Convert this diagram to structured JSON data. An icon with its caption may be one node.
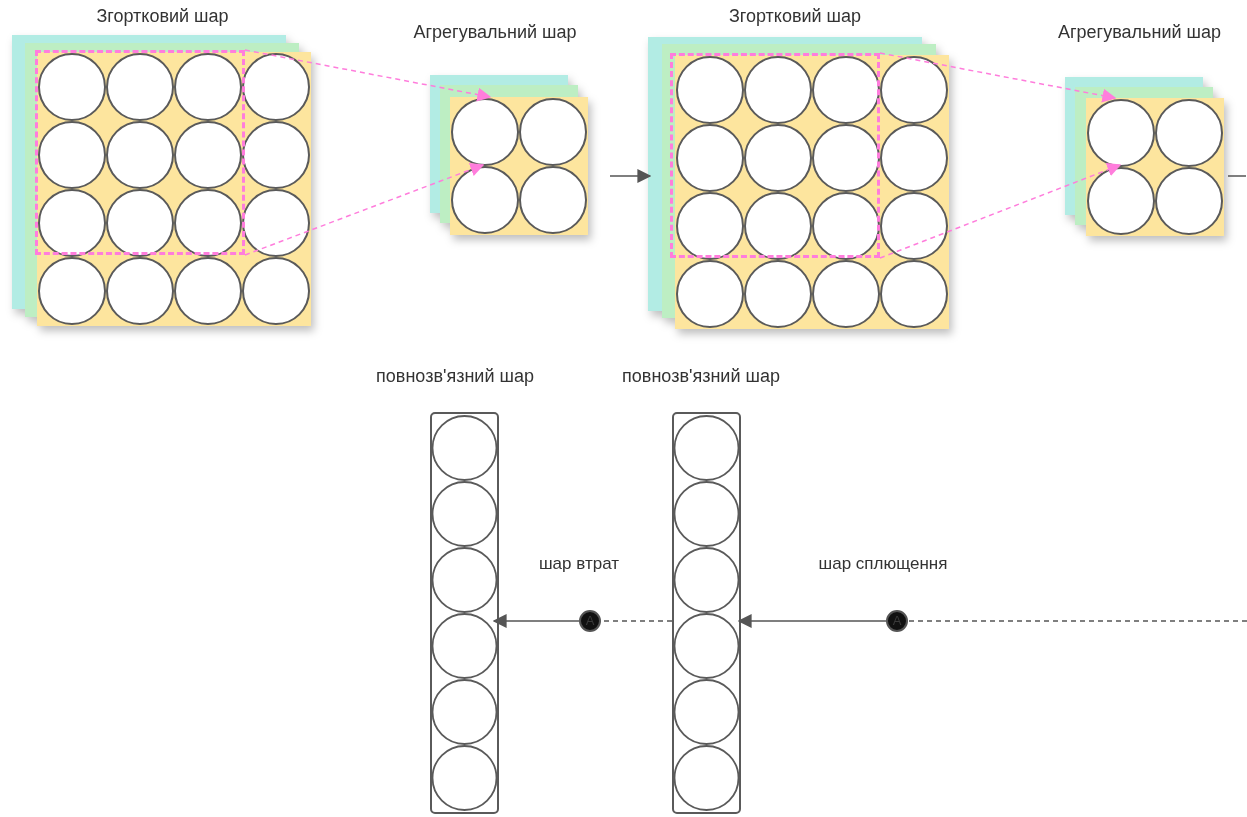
{
  "diagram": {
    "nodes": [
      {
        "text": [
          "Згортковий шар"
        ]
      },
      {
        "text": [],
        "shape": "box",
        "in": 0
      },
      {
        "text": [
          "Агрегувальний шар"
        ]
      },
      {
        "text": [
          "Згортковий шар"
        ]
      },
      {
        "text": [],
        "shape": "box",
        "in": 3
      },
      {
        "text": [
          "Агрегувальний шар"
        ]
      },
      {
        "text": [
          "повнозв'язний шар"
        ]
      },
      {
        "text": [
          "A"
        ],
        "beside": [
          "шар втрат"
        ]
      },
      {
        "text": [
          "повнозв'язний шар"
        ]
      },
      {
        "text": [
          "A"
        ],
        "beside": [
          "шар сплющення"
        ]
      }
    ],
    "edges": [
      {
        "from": 1,
        "to": 2,
        "arrow": "to",
        "style": "dashed",
        "color": "#ff7ddc"
      },
      {
        "from": 1,
        "to": 2,
        "arrow": "to",
        "style": "dashed",
        "color": "#ff7ddc"
      },
      {
        "from": 2,
        "to": 3,
        "arrow": "to"
      },
      {
        "from": 4,
        "to": 5,
        "arrow": "to",
        "style": "dashed",
        "color": "#ff7ddc"
      },
      {
        "from": 4,
        "to": 5,
        "arrow": "to",
        "style": "dashed",
        "color": "#ff7ddc"
      },
      {
        "from": 5,
        "to": null,
        "arrow": "none"
      },
      {
        "from": null,
        "to": 9,
        "arrow": "none",
        "style": "dashed"
      },
      {
        "from": 9,
        "to": 8,
        "arrow": "to"
      },
      {
        "from": 8,
        "to": 7,
        "arrow": "none",
        "style": "dashed"
      },
      {
        "from": 7,
        "to": 6,
        "arrow": "to"
      }
    ]
  }
}
